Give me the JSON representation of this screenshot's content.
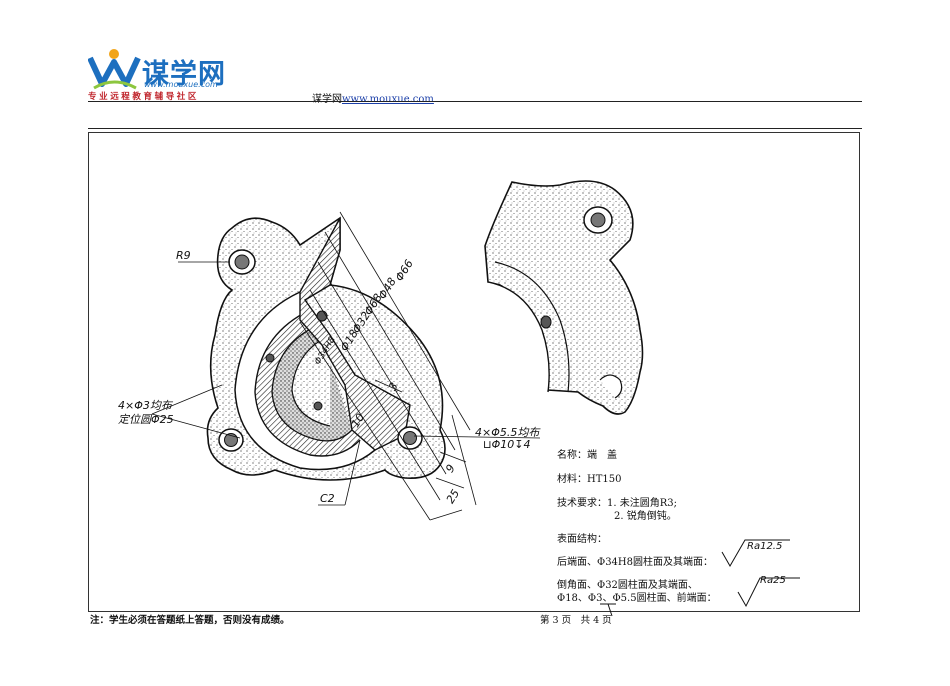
{
  "header": {
    "logo_cn": "谋学网",
    "logo_url": "www.mouxue.com",
    "logo_slogan": "专业远程教育辅导社区",
    "site_name": "谋学网",
    "site_link": "www.mouxue.com"
  },
  "drawing": {
    "labels": {
      "r9": "R9",
      "phi66": "Φ66",
      "phi48": "Φ48",
      "phi68": "Φ68",
      "phi32": "Φ32",
      "phi18": "Φ18",
      "phi34h8": "Φ34H8",
      "dim3": "3",
      "dim10": "10",
      "dim9": "9",
      "dim25": "25",
      "c2": "C2",
      "holes_a_line1": "4×Φ3均布",
      "holes_a_line2": "定位圆Φ25",
      "holes_b_line1": "4×Φ5.5均布",
      "holes_b_line2": "⊔Φ10↧4"
    }
  },
  "info": {
    "name": "名称：端　盖",
    "material": "材料：HT150",
    "tech_title": "技术要求：1. 未注圆角R3;",
    "tech_2": "2. 锐角倒钝。",
    "surface_title": "表面结构：",
    "surface_1": "后端面、Φ34H8圆柱面及其端面：",
    "ra1": "Ra12.5",
    "surface_2a": "倒角面、Φ32圆柱面及其端面、",
    "surface_2b": "Φ18、Φ3、Φ5.5圆柱面、前端面：",
    "ra2": "Ra25"
  },
  "footer": {
    "note": "注：学生必须在答题纸上答题，否则没有成绩。",
    "page": "第 3 页　共 4 页"
  },
  "colors": {
    "logo_blue": "#1d6fbf",
    "logo_red": "#c0262d",
    "link_blue": "#1a3ea8"
  }
}
